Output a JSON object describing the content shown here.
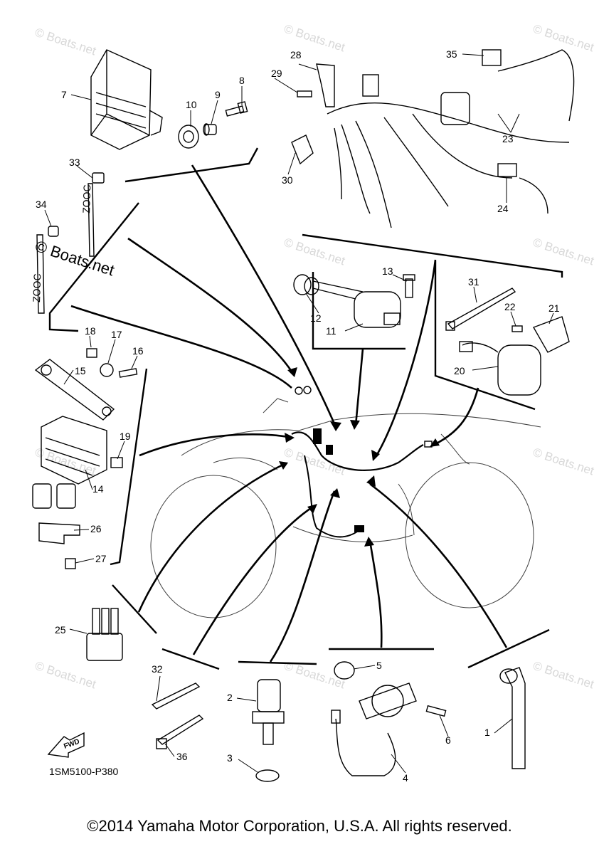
{
  "diagram_code": "1SM5100-P380",
  "fwd_label": "FWD",
  "copyright": "©2014 Yamaha Motor Corporation, U.S.A. All rights reserved.",
  "watermark_main": "© Boats.net",
  "watermark_faint": "© Boats.net",
  "tie_marking": "ZOOC",
  "parts": {
    "p1": "1",
    "p2": "2",
    "p3": "3",
    "p4": "4",
    "p5": "5",
    "p6": "6",
    "p7": "7",
    "p8": "8",
    "p9": "9",
    "p10": "10",
    "p11": "11",
    "p12": "12",
    "p13": "13",
    "p14": "14",
    "p15": "15",
    "p16": "16",
    "p17": "17",
    "p18": "18",
    "p19": "19",
    "p20": "20",
    "p21": "21",
    "p22": "22",
    "p23": "23",
    "p24": "24",
    "p25": "25",
    "p26": "26",
    "p27": "27",
    "p28": "28",
    "p29": "29",
    "p30": "30",
    "p31": "31",
    "p32": "32",
    "p33": "33",
    "p34": "34",
    "p35": "35",
    "p36": "36"
  }
}
